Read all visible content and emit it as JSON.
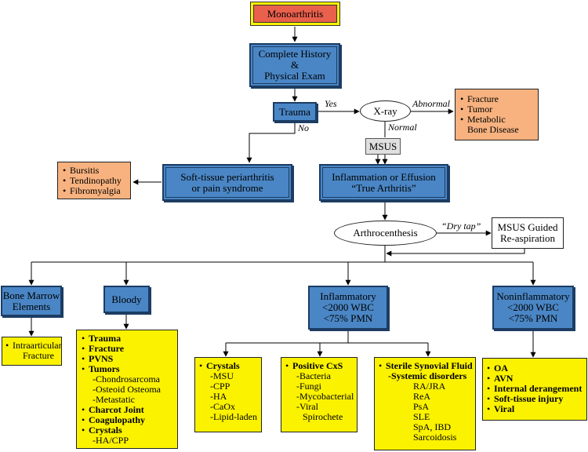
{
  "top": {
    "title": "Monoarthritis"
  },
  "history": {
    "line1": "Complete History",
    "line2": "&",
    "line3": "Physical Exam"
  },
  "trauma": {
    "label": "Trauma"
  },
  "xray": {
    "label": "X-ray"
  },
  "labels": {
    "yes": "Yes",
    "no": "No",
    "abnormal": "Abnormal",
    "normal": "Normal",
    "dry_tap": "“Dry tap”"
  },
  "abnormal_findings": [
    "Fracture",
    "Tumor",
    "Metabolic",
    "Bone Disease"
  ],
  "msus": {
    "label": "MSUS"
  },
  "soft_tissue": {
    "line1": "Soft-tissue periarthritis",
    "line2": "or pain syndrome"
  },
  "soft_tissue_list": [
    "Bursitis",
    "Tendinopathy",
    "Fibromyalgia"
  ],
  "inflammation": {
    "line1": "Inflammation or Effusion",
    "line2": "“True Arthritis”"
  },
  "arthrocentesis": {
    "label": "Arthrocenthesis"
  },
  "reaspiration": {
    "line1": "MSUS Guided",
    "line2": "Re-aspiration"
  },
  "bone_marrow": {
    "line1": "Bone Marrow",
    "line2": "Elements"
  },
  "bloody": {
    "label": "Bloody"
  },
  "inflammatory": {
    "line1": "Inflammatory",
    "line2": "<2000 WBC",
    "line3": "<75% PMN"
  },
  "noninflammatory": {
    "line1": "Noninflammatory",
    "line2": "<2000 WBC",
    "line3": "<75% PMN"
  },
  "intraarticular": {
    "line1": "Intraarticular",
    "line2": "Fracture"
  },
  "bloody_list": {
    "trauma": "Trauma",
    "fracture": "Fracture",
    "pvns": "PVNS",
    "tumors": "Tumors",
    "chondrosarcoma": "-Chondrosarcoma",
    "osteoid": "-Osteoid Osteoma",
    "metastatic": "-Metastatic",
    "charcot": "Charcot Joint",
    "coagulopathy": "Coagulopathy",
    "crystals": "Crystals",
    "hacpp": "-HA/CPP"
  },
  "crystals_list": {
    "title": "Crystals",
    "items": [
      "-MSU",
      "-CPP",
      "-HA",
      "-CaOx",
      "-Lipid-laden"
    ]
  },
  "cxs_list": {
    "title": "Positive CxS",
    "items": [
      "-Bacteria",
      "-Fungi",
      "-Mycobacterial",
      "-Viral",
      "Spirochete"
    ]
  },
  "sterile_list": {
    "title": "Sterile Synovial Fluid",
    "subtitle": "-Systemic disorders",
    "items": [
      "RA/JRA",
      "ReA",
      "PsA",
      "SLE",
      "SpA, IBD",
      "Sarcoidosis"
    ]
  },
  "noninflam_list": [
    "OA",
    "AVN",
    "Internal derangement",
    "Soft-tissue injury",
    "Viral"
  ],
  "colors": {
    "blue": "#4a86c5",
    "red": "#e9604d",
    "yellow": "#fbf200",
    "orange": "#f7b27f"
  }
}
